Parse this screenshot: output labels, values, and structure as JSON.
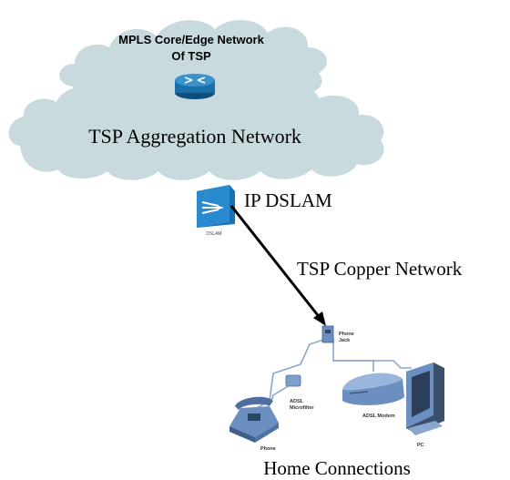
{
  "clouds": {
    "core": {
      "line1": "MPLS Core/Edge Network",
      "line2": "Of TSP"
    },
    "aggregation": {
      "label": "TSP Aggregation Network"
    }
  },
  "dslam": {
    "label": "IP DSLAM",
    "icon_caption": "DSLAM"
  },
  "link": {
    "label": "TSP Copper Network"
  },
  "home": {
    "phone_jack": {
      "line1": "Phone",
      "line2": "Jack"
    },
    "microfilter": {
      "line1": "ADSL",
      "line2": "Microfilter"
    },
    "modem": {
      "label": "ADSL Modem"
    },
    "phone": {
      "label": "Phone"
    },
    "pc": {
      "label": "PC"
    },
    "caption": "Home Connections"
  },
  "colors": {
    "cloud": "#c9dadf",
    "router": "#1a6fa8",
    "dslam": "#1672b8",
    "link": "#000000",
    "device": "#6a8fc0"
  },
  "icons": [
    "router-icon",
    "dslam-icon",
    "phone-jack-icon",
    "microfilter-icon",
    "adsl-modem-icon",
    "phone-icon",
    "pc-icon"
  ]
}
